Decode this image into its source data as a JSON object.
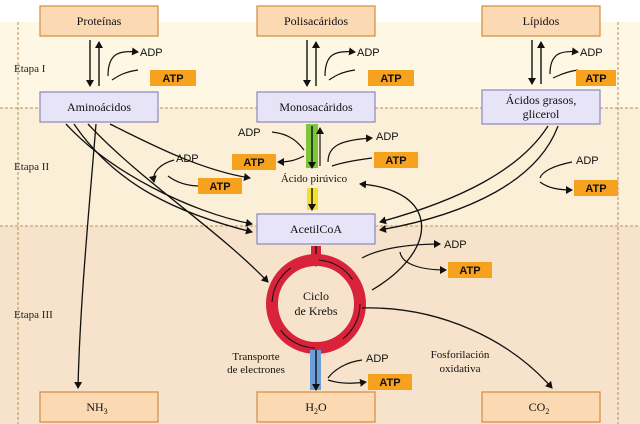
{
  "stages": {
    "etapa1": "Etapa I",
    "etapa2": "Etapa II",
    "etapa3": "Etapa III"
  },
  "top_boxes": {
    "proteinas": "Proteínas",
    "polisacaridos": "Polisacáridos",
    "lipidos": "Lípidos"
  },
  "mid_boxes": {
    "aminoacidos": "Aminoácidos",
    "monosacaridos": "Monosacáridos",
    "acidos_line1": "Ácidos grasos,",
    "acidos_line2": "glicerol"
  },
  "center": {
    "acido_piruvico": "Ácido pirúvico",
    "acetilcoa": "AcetilCoA",
    "krebs_line1": "Ciclo",
    "krebs_line2": "de Krebs",
    "transporte_line1": "Transporte",
    "transporte_line2": "de electrones",
    "fosforilacion_line1": "Fosforilación",
    "fosforilacion_line2": "oxidativa"
  },
  "bottom_boxes": {
    "nh3_main": "NH",
    "nh3_sub": "3",
    "h2o_main_h": "H",
    "h2o_sub": "2",
    "h2o_main_o": "O",
    "co2_main": "CO",
    "co2_sub": "2"
  },
  "energy": {
    "adp": "ADP",
    "atp": "ATP"
  },
  "colors": {
    "stage_fill_1": "#fdf7e3",
    "stage_fill_2": "#fbefd8",
    "stage_fill_3": "#f7e3cb",
    "top_box_fill": "#fad9b3",
    "top_box_stroke": "#d58b3e",
    "mid_box_fill": "#e6e4f6",
    "mid_box_stroke": "#8b86c2",
    "atp_fill": "#f6a21e",
    "krebs_red": "#d9233a",
    "blue_bar": "#6f9fd8",
    "green_bar": "#7cc63a",
    "yellow_bar": "#f3e02a"
  }
}
